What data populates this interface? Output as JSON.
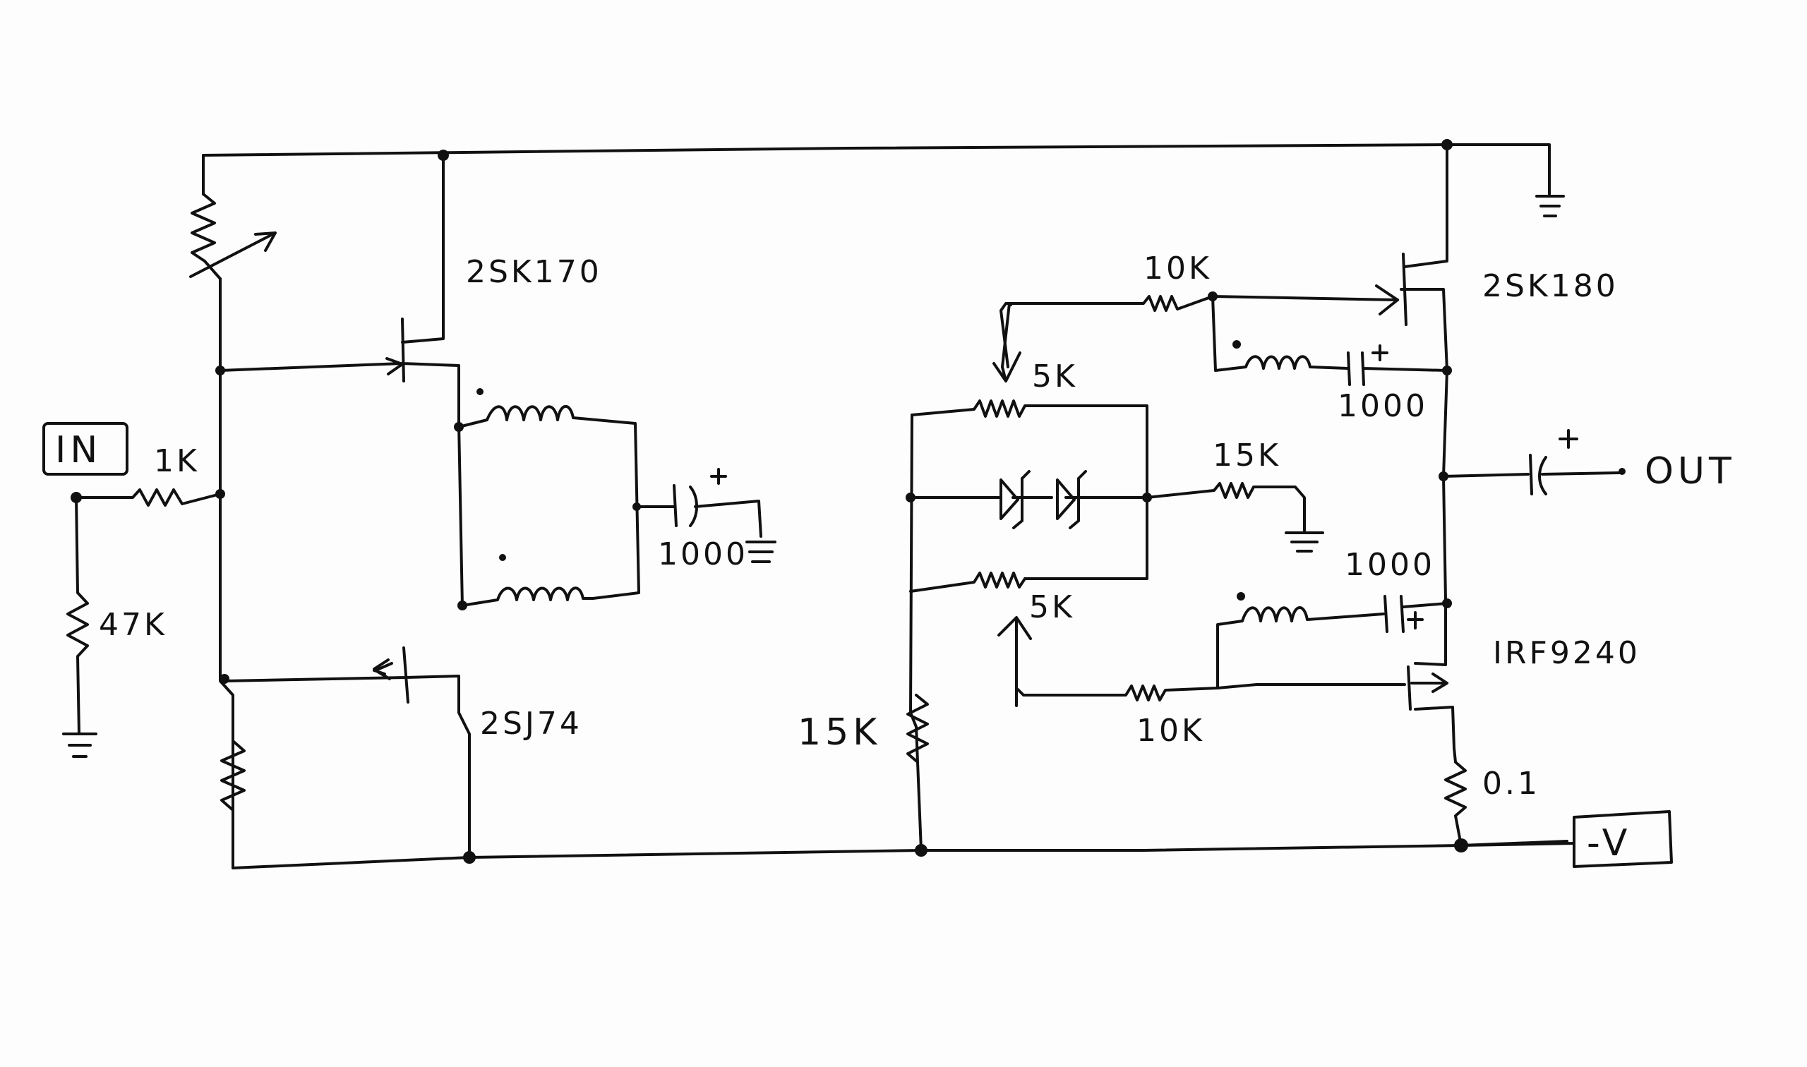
{
  "labels": {
    "input": "IN",
    "output": "OUT",
    "neg_supply": "-V",
    "r_in": "1K",
    "r_shunt": "47K",
    "q_upper_left": "2SK170",
    "q_lower_left": "2SJ74",
    "q_upper_right": "2SK180",
    "q_lower_right": "IRF9240",
    "c_left": "1000",
    "c_upper_right": "1000",
    "c_lower_right": "1000",
    "r_gate_upper": "10K",
    "r_gate_lower": "10K",
    "pot_upper": "5K",
    "pot_lower": "5K",
    "r_diode_gnd": "15K",
    "r_bias": "15K",
    "r_source": "0.1"
  }
}
